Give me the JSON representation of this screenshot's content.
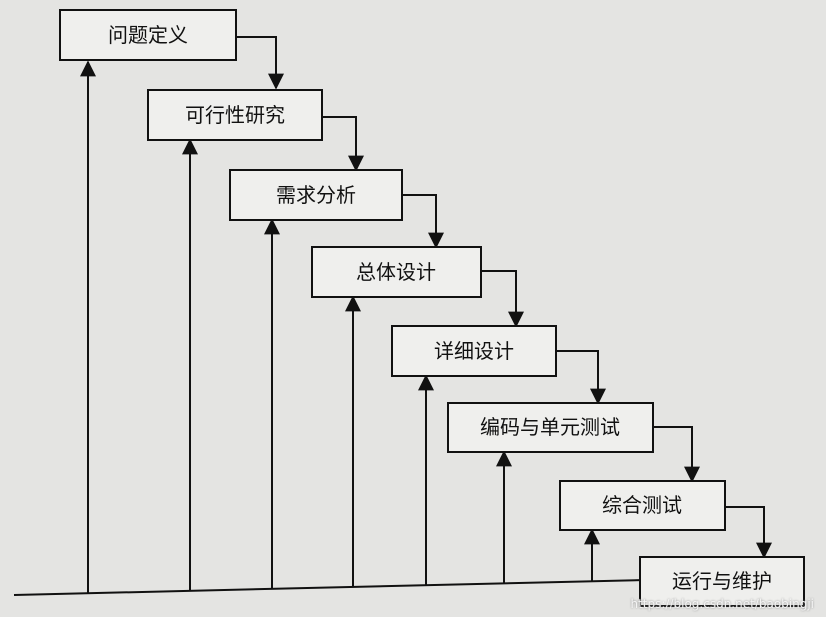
{
  "stages": [
    {
      "label": "问题定义"
    },
    {
      "label": "可行性研究"
    },
    {
      "label": "需求分析"
    },
    {
      "label": "总体设计"
    },
    {
      "label": "详细设计"
    },
    {
      "label": "编码与单元测试"
    },
    {
      "label": "综合测试"
    },
    {
      "label": "运行与维护"
    }
  ],
  "watermark": "https://blog.csdn.net/baobingji"
}
